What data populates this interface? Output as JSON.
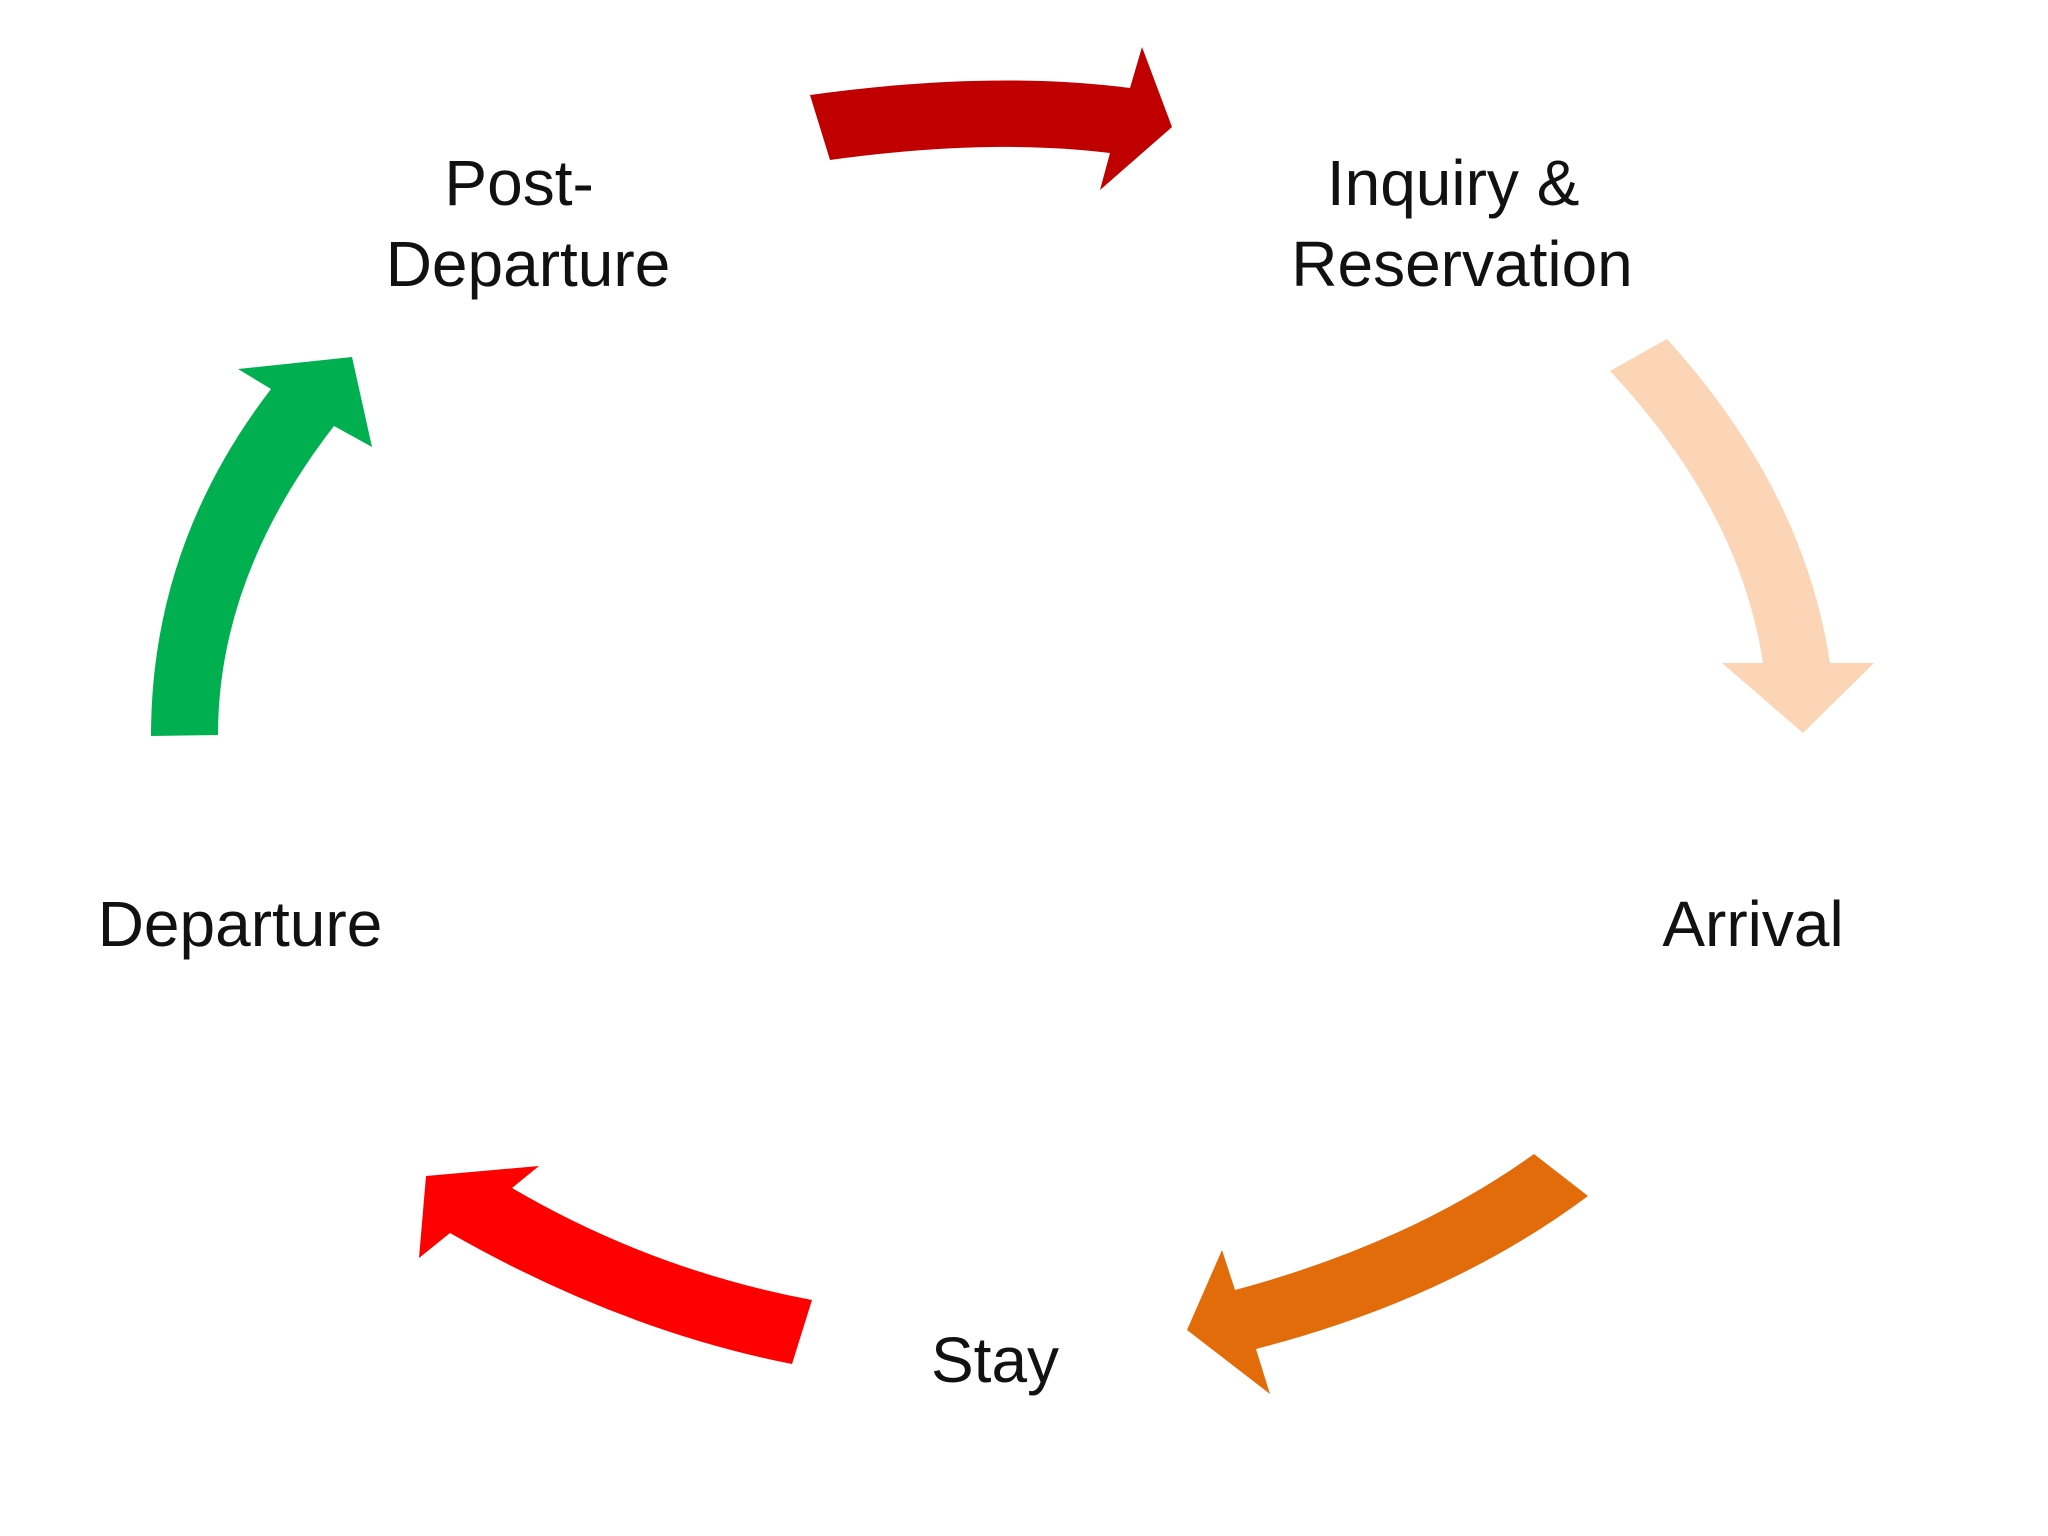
{
  "diagram": {
    "type": "cycle",
    "stages": [
      {
        "id": "inquiry",
        "lines": [
          "Inquiry &",
          "Reservation"
        ]
      },
      {
        "id": "arrival",
        "lines": [
          "Arrival"
        ]
      },
      {
        "id": "stay",
        "lines": [
          "Stay"
        ]
      },
      {
        "id": "departure",
        "lines": [
          "Departure"
        ]
      },
      {
        "id": "post-departure",
        "lines": [
          "Post-",
          "Departure"
        ]
      }
    ],
    "arrows": [
      {
        "from": "post-departure",
        "to": "inquiry",
        "color": "#C00000"
      },
      {
        "from": "inquiry",
        "to": "arrival",
        "color": "#FBD5B5"
      },
      {
        "from": "arrival",
        "to": "stay",
        "color": "#E36C0A"
      },
      {
        "from": "stay",
        "to": "departure",
        "color": "#FF0000"
      },
      {
        "from": "departure",
        "to": "post-departure",
        "color": "#00B050"
      }
    ]
  }
}
